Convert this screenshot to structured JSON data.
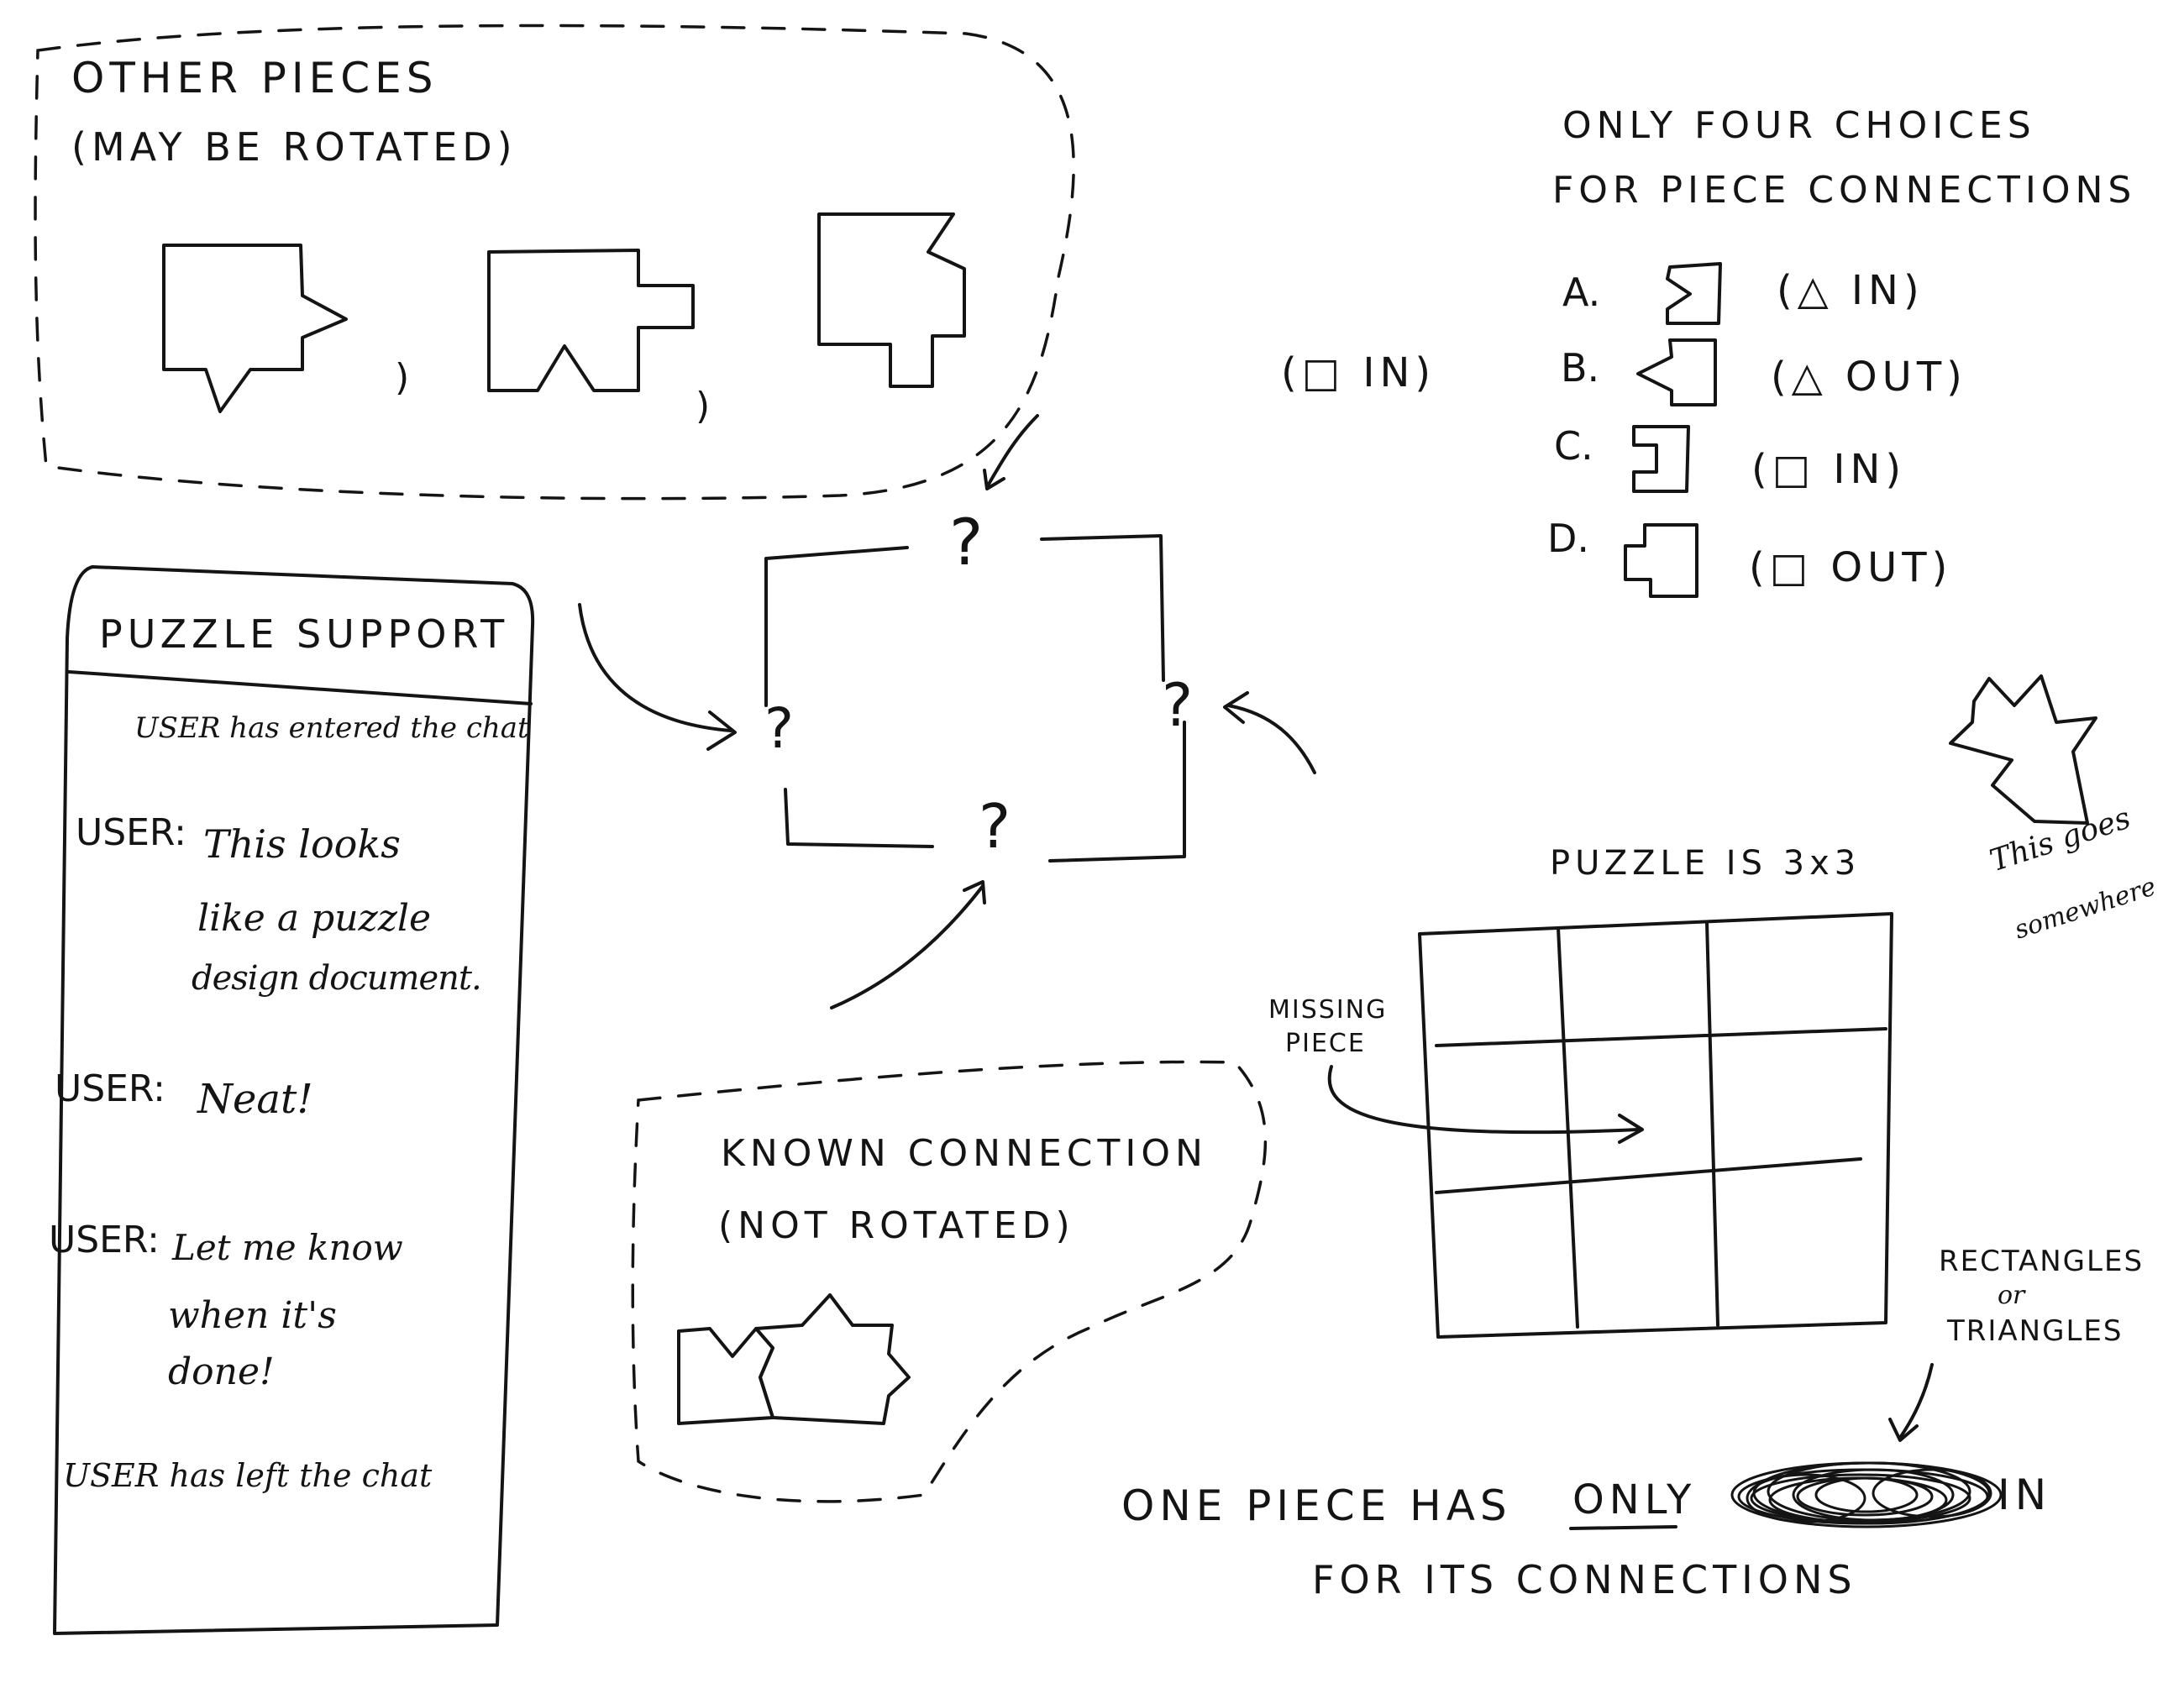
{
  "other_pieces": {
    "title": "OTHER PIECES",
    "subtitle": "(MAY BE ROTATED)",
    "separator_1": ")",
    "separator_2": ")"
  },
  "choices": {
    "title_line_1": "ONLY FOUR CHOICES",
    "title_line_2": "FOR PIECE CONNECTIONS",
    "items": [
      {
        "letter": "A.",
        "note": "(△ IN)"
      },
      {
        "letter": "B.",
        "note": "(△ OUT)"
      },
      {
        "letter": "C.",
        "note": "(□ IN)"
      },
      {
        "letter": "D.",
        "note": "(□ OUT)"
      }
    ],
    "side_note": "(□ IN)"
  },
  "center_piece": {
    "marks": [
      "?",
      "?",
      "?",
      "?"
    ]
  },
  "chat": {
    "title": "PUZZLE SUPPORT",
    "entered": "USER has entered the chat",
    "msg1_name": "USER:",
    "msg1_line1": "This looks",
    "msg1_line2": "like a puzzle",
    "msg1_line3": "design document.",
    "msg2_name": "USER:",
    "msg2_line1": "Neat!",
    "msg3_name": "USER:",
    "msg3_line1": "Let me know",
    "msg3_line2": "when it's",
    "msg3_line3": "done!",
    "left": "USER has left the chat"
  },
  "known": {
    "title": "KNOWN CONNECTION",
    "subtitle": "(NOT ROTATED)"
  },
  "grid": {
    "title": "PUZZLE IS 3x3",
    "missing_line1": "MISSING",
    "missing_line2": "PIECE"
  },
  "extra_piece": {
    "line1": "This goes",
    "line2": "somewhere"
  },
  "rect_tri": {
    "line1": "RECTANGLES",
    "line2": "or",
    "line3": "TRIANGLES"
  },
  "bottom": {
    "line1_a": "ONE PIECE HAS",
    "line1_only": "ONLY",
    "line1_in": "IN",
    "line2": "FOR ITS CONNECTIONS"
  }
}
